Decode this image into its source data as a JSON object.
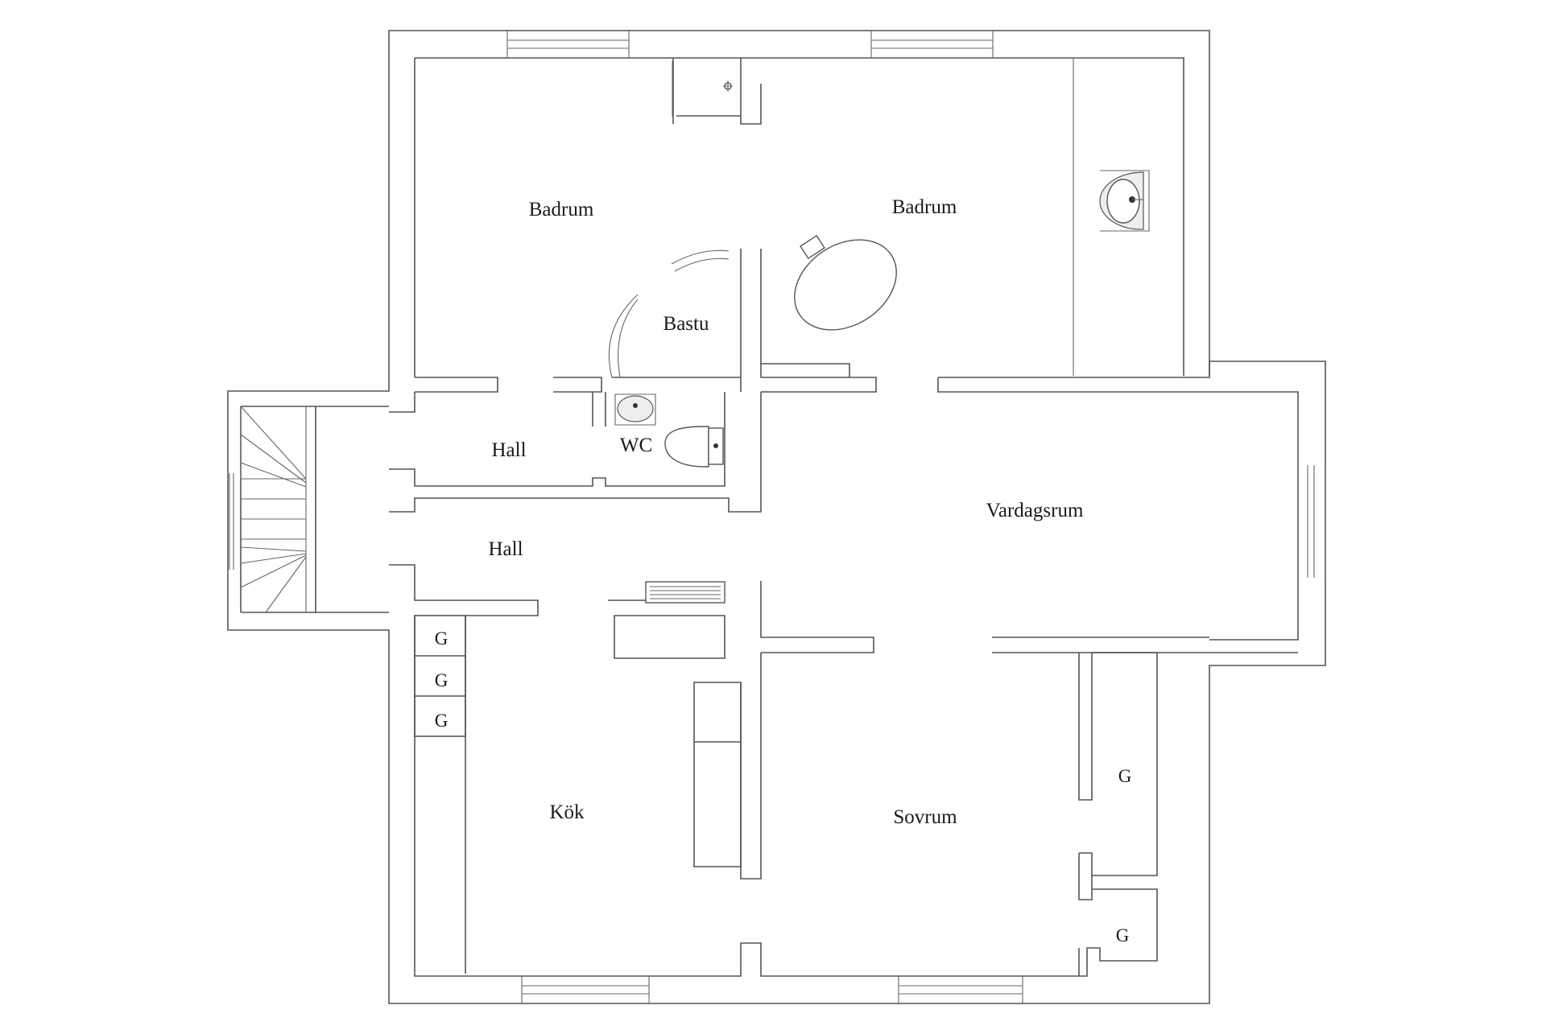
{
  "rooms": {
    "badrum_left": "Badrum",
    "badrum_right": "Badrum",
    "bastu": "Bastu",
    "hall_upper": "Hall",
    "wc": "WC",
    "hall_lower": "Hall",
    "vardagsrum": "Vardagsrum",
    "kok": "Kök",
    "sovrum": "Sovrum"
  },
  "closet_mark": "G",
  "fixtures": [
    "sink-icon",
    "wc-sink-icon",
    "toilet-icon",
    "bathtub-icon",
    "shower-icon",
    "stairs-icon",
    "radiator-icon"
  ],
  "colors": {
    "line": "#555555",
    "background": "#ffffff",
    "text": "#1a1a1a"
  }
}
